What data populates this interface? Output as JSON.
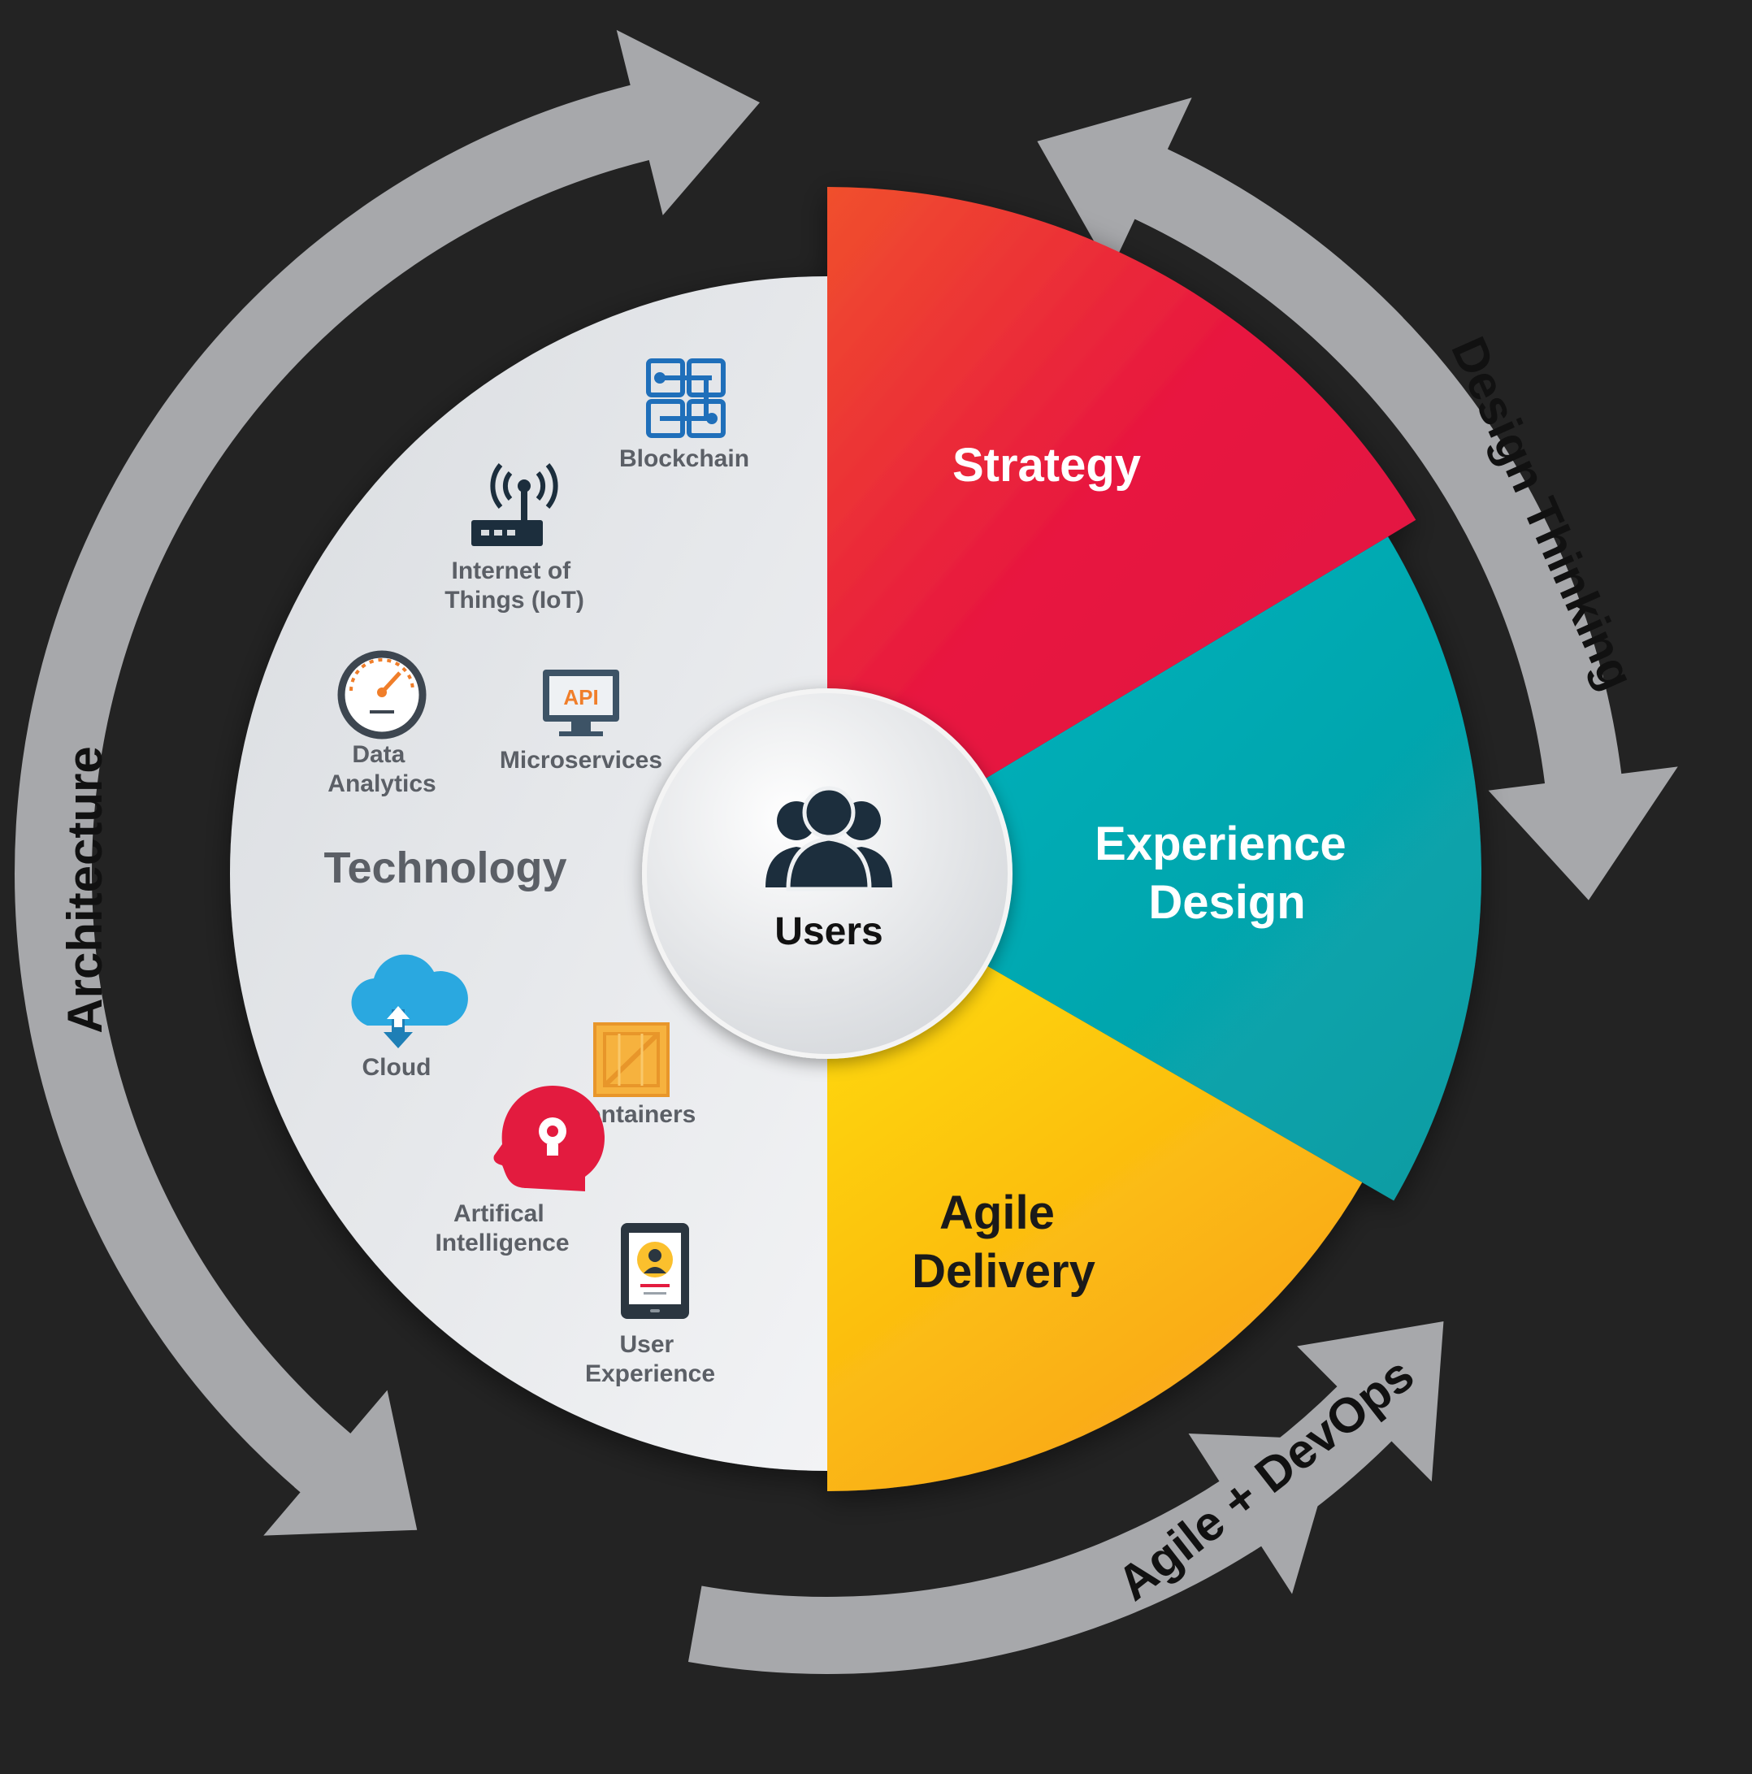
{
  "center": {
    "label": "Users",
    "icon": "users-icon"
  },
  "segments": {
    "strategy": {
      "label": "Strategy",
      "color": "#e8173f"
    },
    "experience_design": {
      "lines": [
        "Experience",
        "Design"
      ],
      "color": "#0aa6ae"
    },
    "agile_delivery": {
      "lines": [
        "Agile",
        "Delivery"
      ],
      "color": "#fbbf16"
    },
    "technology": {
      "label": "Technology",
      "color": "#e3e5e8"
    }
  },
  "cycle_arrows": {
    "architecture": "Architecture",
    "design_thinking": "Design Thinking",
    "agile_devops": "Agile + DevOps",
    "color": "#a7a8ab"
  },
  "technologies": {
    "blockchain": {
      "lines": [
        "Blockchain"
      ],
      "icon": "blockchain-icon"
    },
    "iot": {
      "lines": [
        "Internet of",
        "Things (IoT)"
      ],
      "icon": "wireless-router-icon"
    },
    "data_analytics": {
      "lines": [
        "Data",
        "Analytics"
      ],
      "icon": "gauge-icon"
    },
    "microservices": {
      "lines": [
        "Microservices"
      ],
      "icon": "api-monitor-icon",
      "icon_text": "API"
    },
    "cloud": {
      "lines": [
        "Cloud"
      ],
      "icon": "cloud-icon"
    },
    "containers": {
      "lines": [
        "Containers"
      ],
      "icon": "crate-icon"
    },
    "ai": {
      "lines": [
        "Artifical",
        "Intelligence"
      ],
      "icon": "head-lightbulb-icon"
    },
    "user_experience": {
      "lines": [
        "User",
        "Experience"
      ],
      "icon": "tablet-profile-icon"
    }
  }
}
